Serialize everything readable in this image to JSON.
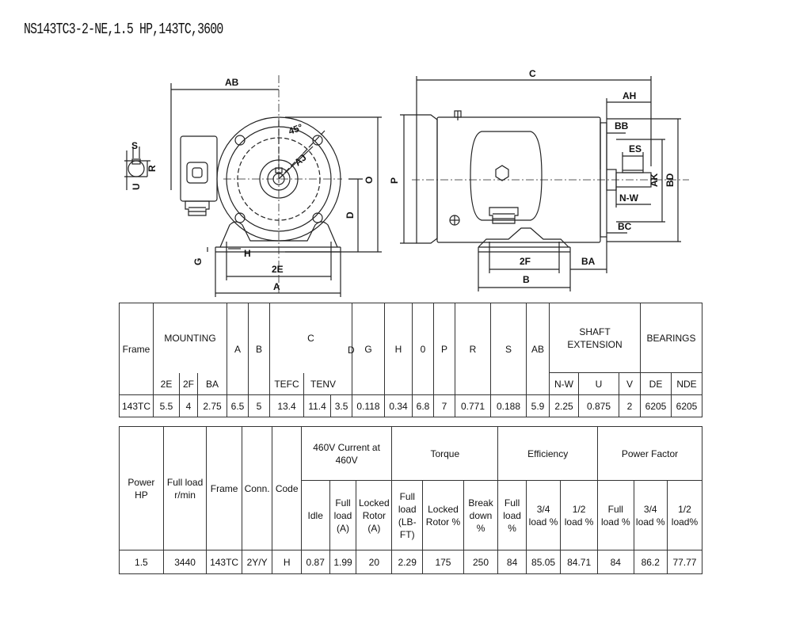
{
  "title": "NS143TC3-2-NE,1.5 HP,143TC,3600",
  "drawing": {
    "labels": {
      "AB": "AB",
      "S": "S",
      "R": "R",
      "U": "U",
      "G": "G",
      "H": "H",
      "2E": "2E",
      "A": "A",
      "O": "O",
      "D": "D",
      "AJ": "AJ",
      "deg": "45°",
      "C": "C",
      "AH": "AH",
      "BB": "BB",
      "ES": "ES",
      "AK": "AK",
      "BD": "BD",
      "NW": "N-W",
      "BC": "BC",
      "P": "P",
      "2F": "2F",
      "BA": "BA",
      "B": "B"
    }
  },
  "table1": {
    "headers": {
      "frame": "Frame",
      "mounting": "MOUNTING",
      "a": "A",
      "b": "B",
      "c": "C",
      "d": "D",
      "g": "G",
      "h": "H",
      "o": "0",
      "p": "P",
      "r": "R",
      "s": "S",
      "ab": "AB",
      "shaft": "SHAFT EXTENSION",
      "bearings": "BEARINGS",
      "e2": "2E",
      "f2": "2F",
      "ba": "BA",
      "tefc": "TEFC",
      "tenv": "TENV",
      "nw": "N-W",
      "u": "U",
      "v": "V",
      "de": "DE",
      "nde": "NDE"
    },
    "row": [
      "143TC",
      "5.5",
      "4",
      "2.75",
      "6.5",
      "5",
      "13.4",
      "11.4",
      "3.5",
      "0.118",
      "0.34",
      "6.8",
      "7",
      "0.771",
      "0.188",
      "5.9",
      "2.25",
      "0.875",
      "2",
      "6205",
      "6205"
    ]
  },
  "table2": {
    "headers": {
      "power": "Power HP",
      "fullload": "Full load r/min",
      "frame": "Frame",
      "conn": "Conn.",
      "code": "Code",
      "current": "460V Current at 460V",
      "torque": "Torque",
      "efficiency": "Efficiency",
      "pf": "Power Factor",
      "idle": "Idle",
      "cur_full": "Full load (A)",
      "cur_locked": "Locked Rotor (A)",
      "tq_full": "Full load (LB-FT)",
      "tq_locked": "Locked Rotor %",
      "tq_break": "Break down %",
      "eff_full": "Full load %",
      "eff_34": "3/4 load %",
      "eff_12": "1/2 load %",
      "pf_full": "Full load %",
      "pf_34": "3/4 load %",
      "pf_12": "1/2 load%"
    },
    "row": [
      "1.5",
      "3440",
      "143TC",
      "2Y/Y",
      "H",
      "0.87",
      "1.99",
      "20",
      "2.29",
      "175",
      "250",
      "84",
      "85.05",
      "84.71",
      "84",
      "86.2",
      "77.77"
    ]
  }
}
